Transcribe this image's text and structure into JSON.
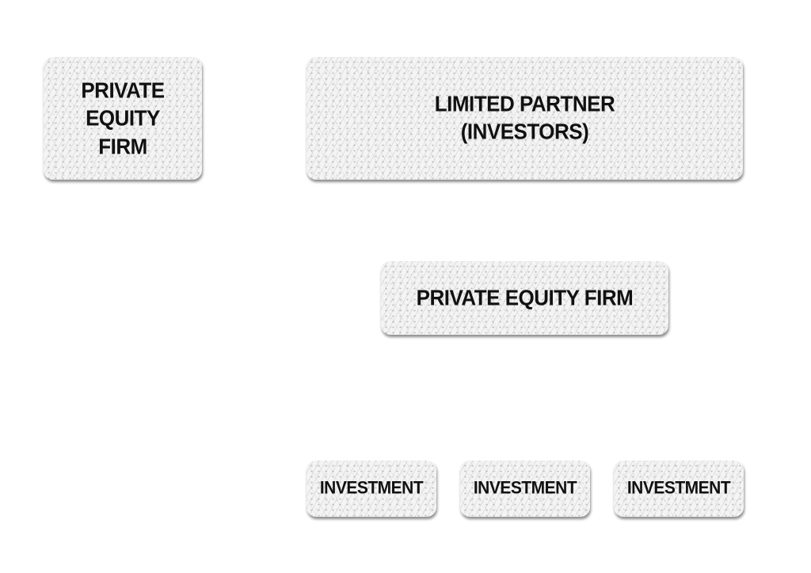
{
  "diagram": {
    "boxes": {
      "private_equity_firm_top": "PRIVATE\nEQUITY\nFIRM",
      "limited_partner": "LIMITED PARTNER\n(INVESTORS)",
      "private_equity_firm_middle": "PRIVATE EQUITY FIRM",
      "investments": [
        "INVESTMENT",
        "INVESTMENT",
        "INVESTMENT"
      ]
    }
  }
}
